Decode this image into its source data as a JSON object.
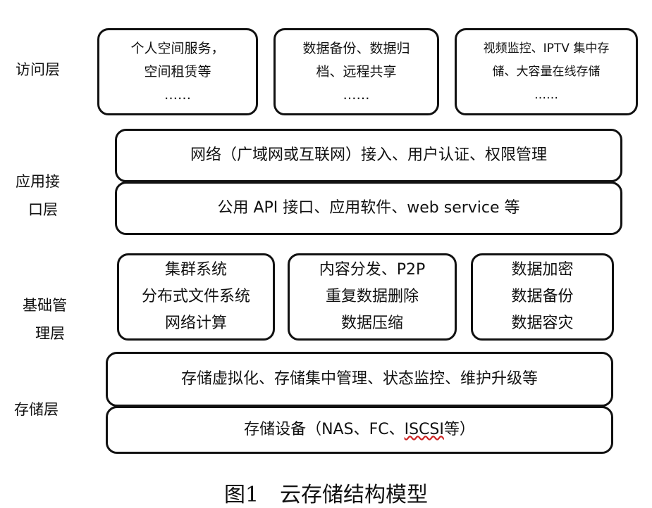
{
  "layers": {
    "access": "访问层",
    "app_interface_1": "应用接",
    "app_interface_2": "口层",
    "infra_1": "基础管",
    "infra_2": "理层",
    "storage": "存储层"
  },
  "access_boxes": [
    {
      "lines": [
        "个人空间服务，",
        "空间租赁等",
        "……"
      ]
    },
    {
      "lines": [
        "数据备份、数据归",
        "档、远程共享",
        "……"
      ]
    },
    {
      "lines": [
        "视频监控、IPTV 集中存",
        "储、大容量在线存储",
        "……"
      ]
    }
  ],
  "app_boxes": [
    "网络（广域网或互联网）接入、用户认证、权限管理",
    "公用 API 接口、应用软件、web service 等"
  ],
  "infra_boxes": [
    {
      "lines": [
        "集群系统",
        "分布式文件系统",
        "网络计算"
      ]
    },
    {
      "lines": [
        "内容分发、P2P",
        "重复数据删除",
        "数据压缩"
      ]
    },
    {
      "lines": [
        "数据加密",
        "数据备份",
        "数据容灾"
      ]
    }
  ],
  "storage_boxes": [
    "存储虚拟化、存储集中管理、状态监控、维护升级等",
    {
      "prefix": "存储设备（NAS、FC、",
      "underlined": "ISCSI",
      "suffix": "等）"
    }
  ],
  "caption": "图1　云存储结构模型"
}
